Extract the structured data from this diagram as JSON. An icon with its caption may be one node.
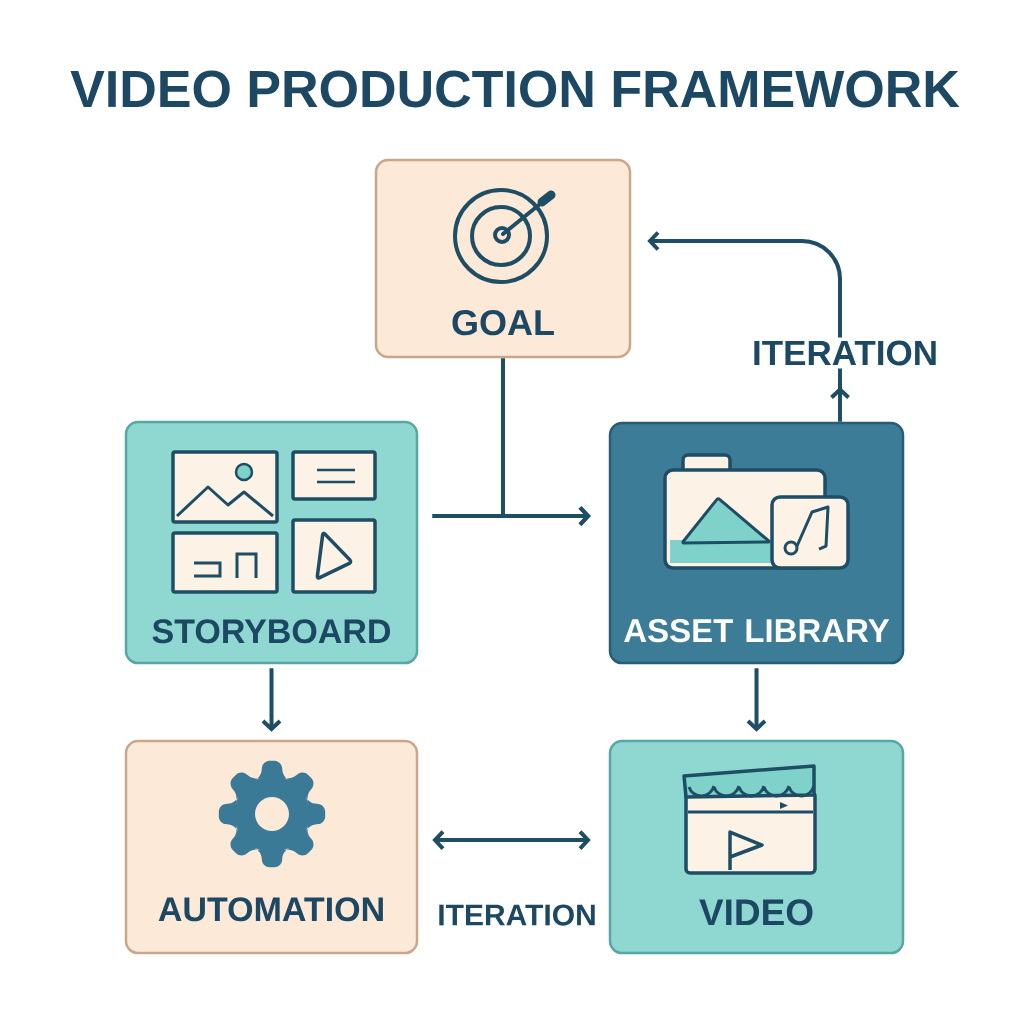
{
  "diagram": {
    "title": "VIDEO PRODUCTION FRAMEWORK",
    "nodes": [
      {
        "text": [
          "GOAL"
        ]
      },
      {
        "text": [
          "STORYBOARD"
        ]
      },
      {
        "text": [
          "ASSET LIBRARY"
        ]
      },
      {
        "text": [
          "AUTOMATION"
        ]
      },
      {
        "text": [
          "VIDEO"
        ]
      }
    ],
    "edges": [
      {
        "from": 0,
        "to": 2,
        "arrow": "to"
      },
      {
        "from": 1,
        "to": 2,
        "arrow": "to"
      },
      {
        "from": 2,
        "to": 0,
        "arrow": "to",
        "label": "ITERATION"
      },
      {
        "from": 1,
        "to": 3,
        "arrow": "to"
      },
      {
        "from": 2,
        "to": 4,
        "arrow": "to"
      },
      {
        "from": 3,
        "to": 4,
        "arrow": "both",
        "label": "ITERATION"
      }
    ]
  }
}
